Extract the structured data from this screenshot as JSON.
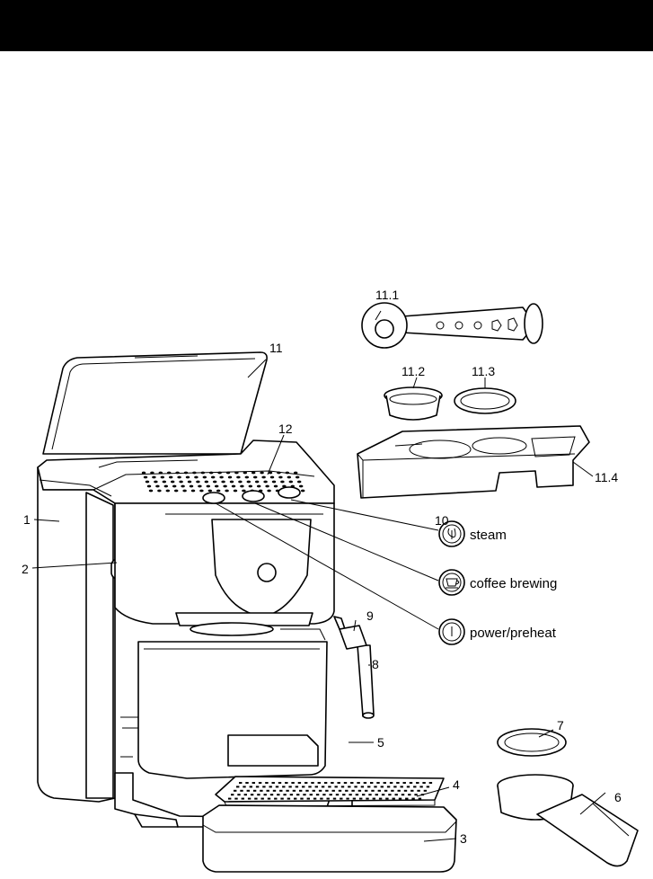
{
  "labels": {
    "l1": "1",
    "l2": "2",
    "l3": "3",
    "l4": "4",
    "l5": "5",
    "l6": "6",
    "l7": "7",
    "l8": "8",
    "l9": "9",
    "l10": "10",
    "l11": "11",
    "l12": "12",
    "l11_1": "11.1",
    "l11_2": "11.2",
    "l11_3": "11.3",
    "l11_4": "11.4"
  },
  "buttons": {
    "steam": "steam",
    "coffee": "coffee brewing",
    "power": "power/preheat"
  },
  "icons": {
    "steam": "steam-icon",
    "coffee": "coffee-cup-icon",
    "power": "power-icon"
  }
}
